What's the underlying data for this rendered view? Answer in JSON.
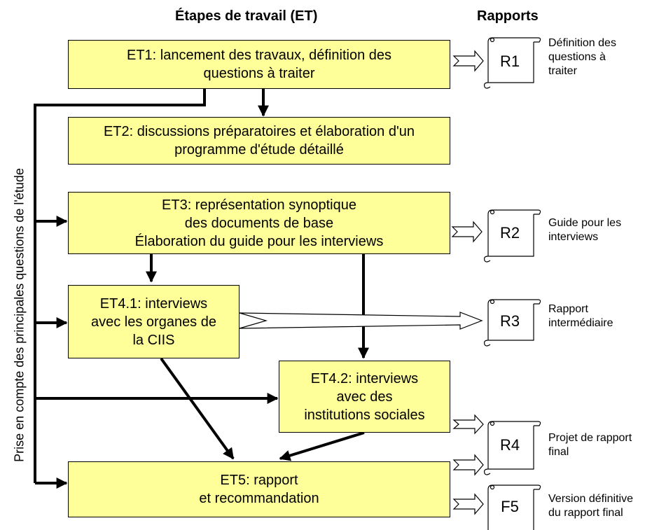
{
  "headers": {
    "steps": "Étapes de travail (ET)",
    "reports": "Rapports"
  },
  "side_label": "Prise en compte des principales questions de l'étude",
  "steps": {
    "et1": [
      "ET1: lancement des travaux, définition des",
      "questions à traiter"
    ],
    "et2": [
      "ET2: discussions préparatoires et élaboration d'un",
      "programme d'étude détaillé"
    ],
    "et3": [
      "ET3: représentation synoptique",
      "des documents de base",
      "Élaboration du guide pour les interviews"
    ],
    "et41": [
      "ET4.1: interviews",
      "avec les organes de",
      "la CIIS"
    ],
    "et42": [
      "ET4.2: interviews",
      "avec des",
      "institutions sociales"
    ],
    "et5": [
      "ET5: rapport",
      "et recommandation"
    ]
  },
  "reports": {
    "r1": {
      "code": "R1",
      "label": [
        "Définition des",
        "questions à",
        "traiter"
      ]
    },
    "r2": {
      "code": "R2",
      "label": [
        "Guide pour les",
        "interviews"
      ]
    },
    "r3": {
      "code": "R3",
      "label": [
        "Rapport",
        "intermédiaire"
      ]
    },
    "r4": {
      "code": "R4",
      "label": [
        "Projet de rapport",
        "final"
      ]
    },
    "f5": {
      "code": "F5",
      "label": [
        "Version définitive",
        "du rapport final"
      ]
    }
  },
  "colors": {
    "box_fill": "#ffff99",
    "line": "#000000"
  }
}
